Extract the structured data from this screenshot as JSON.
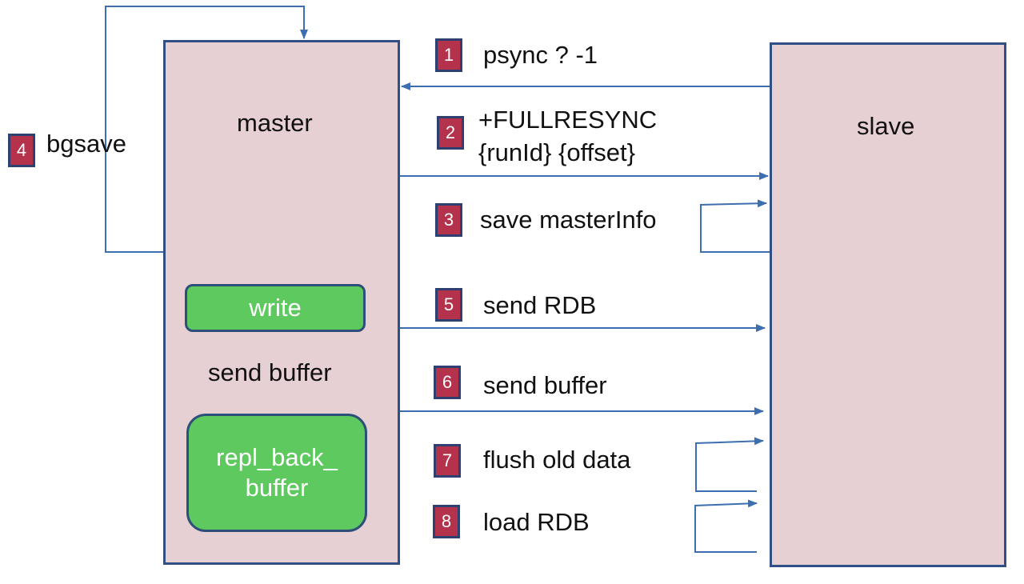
{
  "master": {
    "title": "master"
  },
  "slave": {
    "title": "slave"
  },
  "buffer_flow": {
    "write": "write",
    "send_buffer": "send buffer",
    "repl_line1": "repl_back_",
    "repl_line2": "buffer"
  },
  "steps": [
    {
      "num": "1",
      "label": "psync ? -1"
    },
    {
      "num": "2",
      "label_line1": "+FULLRESYNC",
      "label_line2": "{runId} {offset}"
    },
    {
      "num": "3",
      "label": "save masterInfo"
    },
    {
      "num": "4",
      "label": "bgsave"
    },
    {
      "num": "5",
      "label": "send RDB"
    },
    {
      "num": "6",
      "label": "send buffer"
    },
    {
      "num": "7",
      "label": "flush old data"
    },
    {
      "num": "8",
      "label": "load RDB"
    }
  ],
  "colors": {
    "box_fill": "#e6d0d3",
    "border": "#2f4f86",
    "badge": "#b5324c",
    "green": "#5dc95e",
    "arrow": "#3d6fb0"
  }
}
